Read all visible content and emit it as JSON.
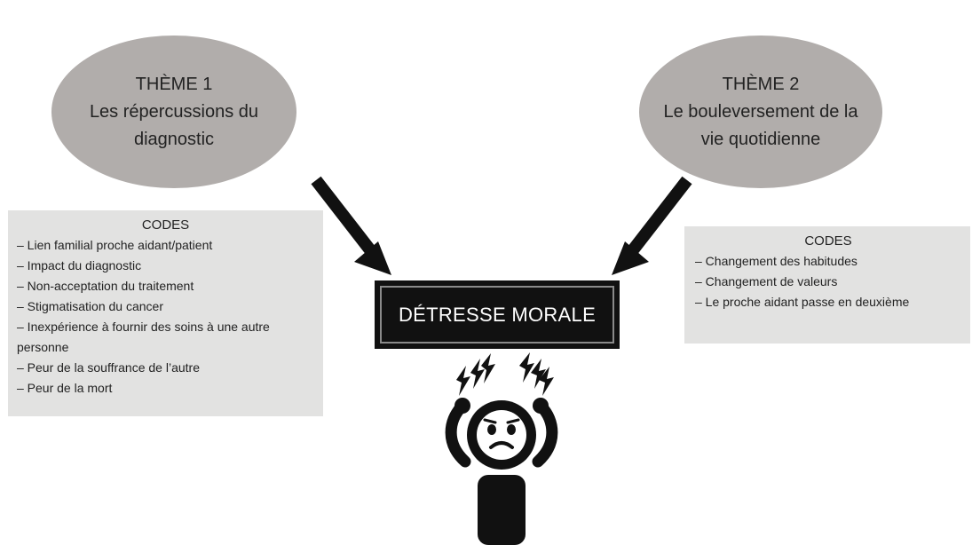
{
  "theme_1": {
    "line1": "THÈME 1",
    "line2": "Les répercussions du",
    "line3": "diagnostic"
  },
  "theme_2": {
    "line1": "THÈME 2",
    "line2": "Le bouleversement de la",
    "line3": "vie quotidienne"
  },
  "codes_1": {
    "title": "CODES",
    "items": [
      "– Lien familial proche aidant/patient",
      "– Impact du diagnostic",
      "– Non-acceptation du traitement",
      "– Stigmatisation du cancer",
      "– Inexpérience à fournir des soins à une autre",
      "personne",
      "– Peur de la souffrance de l’autre",
      "– Peur de la mort"
    ]
  },
  "codes_2": {
    "title": "CODES",
    "items": [
      "– Changement des habitudes",
      "– Changement de valeurs",
      "– Le proche aidant passe en deuxième"
    ]
  },
  "distress_label": "DÉTRESSE MORALE",
  "icons": [
    "arrow-down-right-icon",
    "arrow-down-left-icon",
    "distressed-person-icon"
  ],
  "colors": {
    "ellipse": "#b1adab",
    "codes_box": "#e2e2e1",
    "dark": "#111111"
  }
}
